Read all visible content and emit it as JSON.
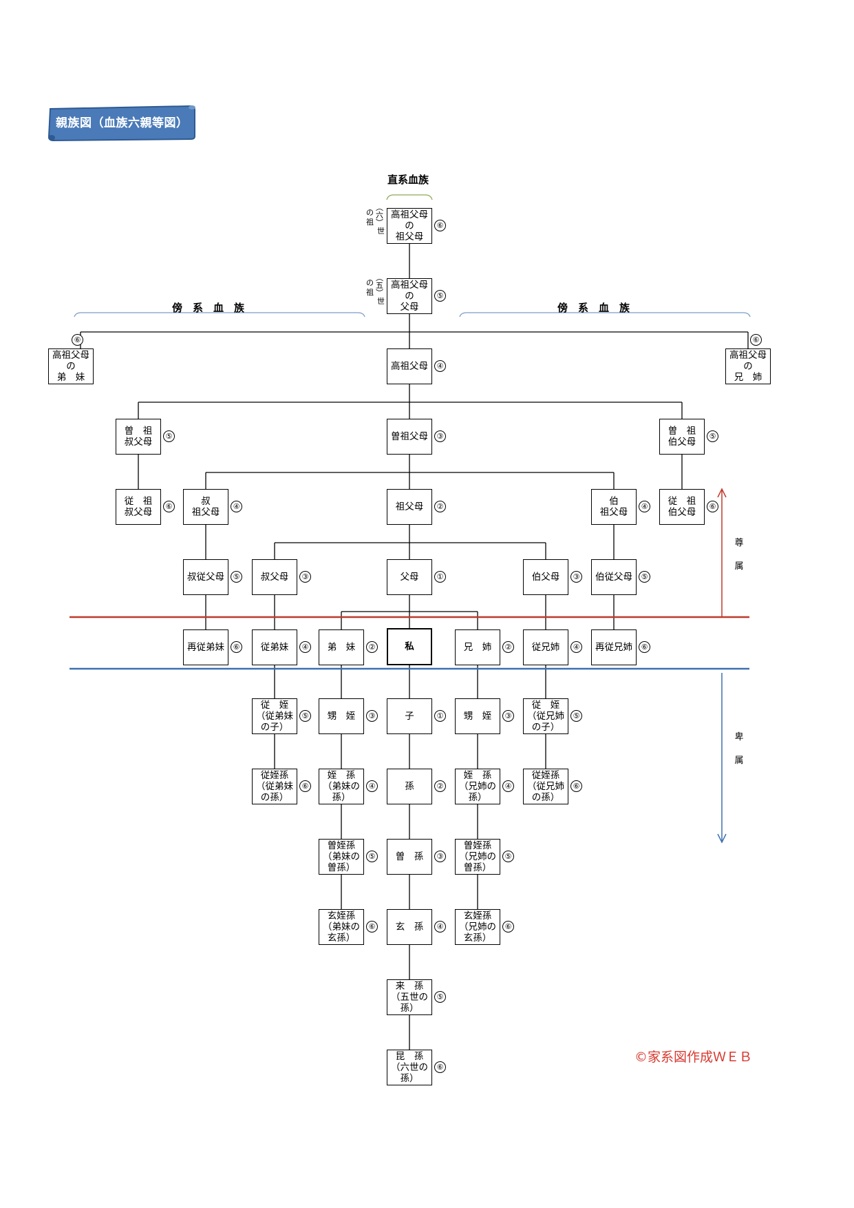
{
  "title": "親族図（血族六親等図）",
  "section_labels": {
    "lineal": "直系血族",
    "collateral_left": "傍　系　血　族",
    "collateral_right": "傍　系　血　族",
    "ascendant": "尊\n\n属",
    "descendant": "卑\n\n属"
  },
  "side_notes": {
    "sixth_left": "の\n祖",
    "sixth_mid": "︵\n六\n︶",
    "sixth_right": "\n\n世",
    "fifth_left": "の\n祖",
    "fifth_mid": "︵\n五\n︶",
    "fifth_right": "\n\n世"
  },
  "nodes": [
    {
      "id": "n1",
      "label": "高祖父母\nの\n祖父母",
      "degree": "⑥"
    },
    {
      "id": "n2",
      "label": "高祖父母\nの\n父母",
      "degree": "⑤"
    },
    {
      "id": "n3",
      "label": "高祖父母\nの\n弟　妹",
      "degree": "⑥"
    },
    {
      "id": "n4",
      "label": "高祖父母",
      "degree": "④"
    },
    {
      "id": "n5",
      "label": "高祖父母\nの\n兄　姉",
      "degree": "⑥"
    },
    {
      "id": "n6",
      "label": "曽　祖\n叔父母",
      "degree": "⑤"
    },
    {
      "id": "n7",
      "label": "曽祖父母",
      "degree": "③"
    },
    {
      "id": "n8",
      "label": "曽　祖\n伯父母",
      "degree": "⑤"
    },
    {
      "id": "n9",
      "label": "従　祖\n叔父母",
      "degree": "⑥"
    },
    {
      "id": "n10",
      "label": "叔\n祖父母",
      "degree": "④"
    },
    {
      "id": "n11",
      "label": "祖父母",
      "degree": "②"
    },
    {
      "id": "n12",
      "label": "伯\n祖父母",
      "degree": "④"
    },
    {
      "id": "n13",
      "label": "従　祖\n伯父母",
      "degree": "⑥"
    },
    {
      "id": "n14",
      "label": "叔従父母",
      "degree": "⑤"
    },
    {
      "id": "n15",
      "label": "叔父母",
      "degree": "③"
    },
    {
      "id": "n16",
      "label": "父母",
      "degree": "①"
    },
    {
      "id": "n17",
      "label": "伯父母",
      "degree": "③"
    },
    {
      "id": "n18",
      "label": "伯従父母",
      "degree": "⑤"
    },
    {
      "id": "n19",
      "label": "再従弟妹",
      "degree": "⑥"
    },
    {
      "id": "n20",
      "label": "従弟妹",
      "degree": "④"
    },
    {
      "id": "n21",
      "label": "弟　妹",
      "degree": "②"
    },
    {
      "id": "n22",
      "label": "私",
      "degree": ""
    },
    {
      "id": "n23",
      "label": "兄　姉",
      "degree": "②"
    },
    {
      "id": "n24",
      "label": "従兄姉",
      "degree": "④"
    },
    {
      "id": "n25",
      "label": "再従兄姉",
      "degree": "⑥"
    },
    {
      "id": "n26",
      "label": "従　姪\n（従弟妹\nの子）",
      "degree": "⑤"
    },
    {
      "id": "n27",
      "label": "甥　姪",
      "degree": "③"
    },
    {
      "id": "n28",
      "label": "子",
      "degree": "①"
    },
    {
      "id": "n29",
      "label": "甥　姪",
      "degree": "③"
    },
    {
      "id": "n30",
      "label": "従　姪\n（従兄姉\nの子）",
      "degree": "⑤"
    },
    {
      "id": "n31",
      "label": "従姪孫\n（従弟妹\nの孫）",
      "degree": "⑥"
    },
    {
      "id": "n32",
      "label": "姪　孫\n（弟妹の\n孫）",
      "degree": "④"
    },
    {
      "id": "n33",
      "label": "孫",
      "degree": "②"
    },
    {
      "id": "n34",
      "label": "姪　孫\n（兄姉の\n孫）",
      "degree": "④"
    },
    {
      "id": "n35",
      "label": "従姪孫\n（従兄姉\nの孫）",
      "degree": "⑥"
    },
    {
      "id": "n36",
      "label": "曽姪孫\n（弟妹の\n曽孫）",
      "degree": "⑤"
    },
    {
      "id": "n37",
      "label": "曽　孫",
      "degree": "③"
    },
    {
      "id": "n38",
      "label": "曽姪孫\n（兄姉の\n曽孫）",
      "degree": "⑤"
    },
    {
      "id": "n39",
      "label": "玄姪孫\n（弟妹の\n玄孫）",
      "degree": "⑥"
    },
    {
      "id": "n40",
      "label": "玄　孫",
      "degree": "④"
    },
    {
      "id": "n41",
      "label": "玄姪孫\n（兄姉の\n玄孫）",
      "degree": "⑥"
    },
    {
      "id": "n42",
      "label": "来　孫\n（五世の\n孫）",
      "degree": "⑤"
    },
    {
      "id": "n43",
      "label": "昆　孫\n（六世の\n孫）",
      "degree": "⑥"
    }
  ],
  "colors": {
    "banner": "#4a7ab8",
    "ascendant_line": "#c0392b",
    "descendant_line": "#3d6fb0",
    "brace_lineal": "#8aa855",
    "brace_collateral": "#7a9cc6",
    "copyright": "#d7382f"
  },
  "copyright": "©家系図作成ＷＥＢ"
}
